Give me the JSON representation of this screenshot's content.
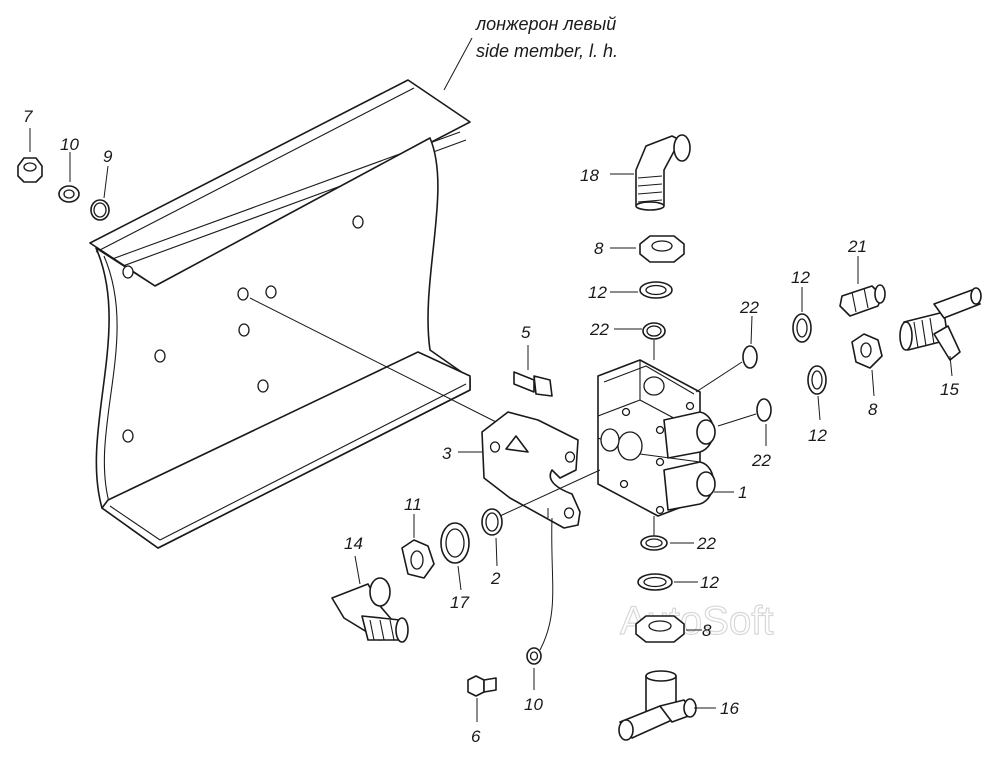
{
  "caption": {
    "line1": "лонжерон левый",
    "line2": "side member, l. h."
  },
  "watermark": "AutoSoft",
  "callouts": {
    "c1": "1",
    "c2": "2",
    "c3": "3",
    "c5": "5",
    "c6": "6",
    "c7": "7",
    "c8_top": "8",
    "c8_right": "8",
    "c8_bottom": "8",
    "c9": "9",
    "c10_top": "10",
    "c10_bottom": "10",
    "c11": "11",
    "c12_top": "12",
    "c12_right_top": "12",
    "c12_right_bottom": "12",
    "c12_bottom": "12",
    "c14": "14",
    "c15": "15",
    "c16": "16",
    "c17": "17",
    "c18": "18",
    "c21": "21",
    "c22_left": "22",
    "c22_right_top": "22",
    "c22_right_mid": "22",
    "c22_bottom": "22"
  }
}
